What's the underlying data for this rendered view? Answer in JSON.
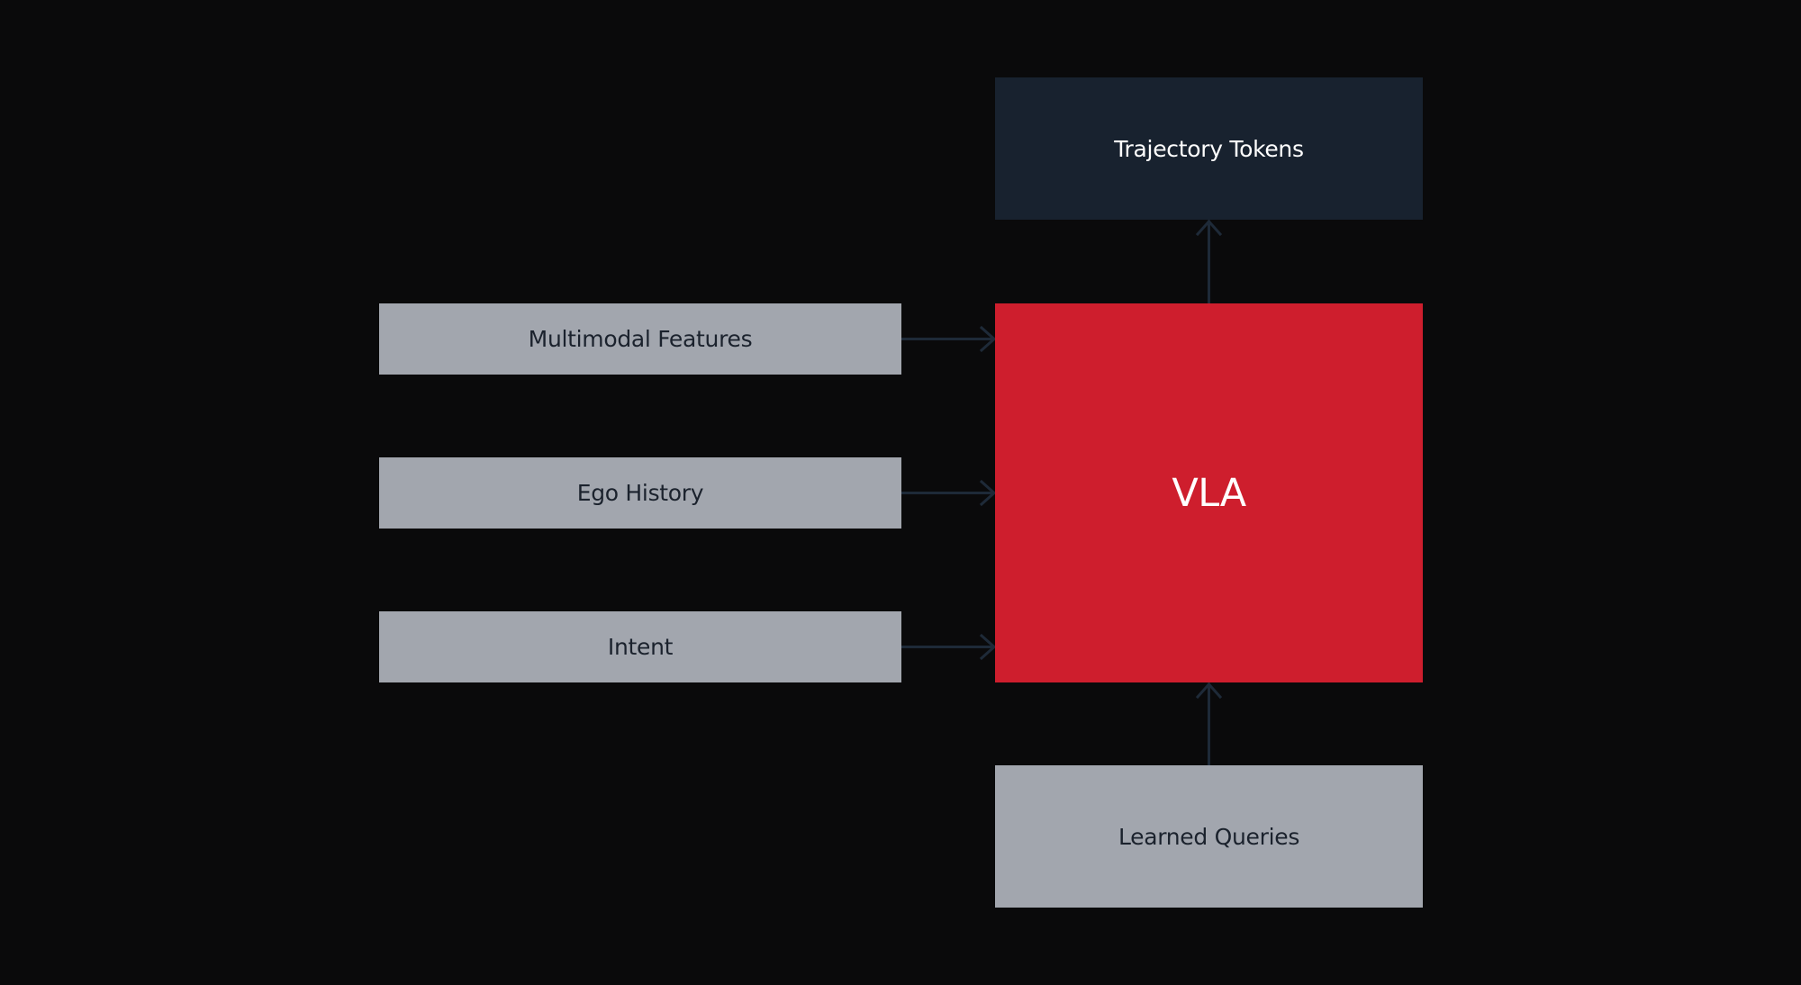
{
  "diagram": {
    "inputs": {
      "multimodal_features": "Multimodal Features",
      "ego_history": "Ego History",
      "intent": "Intent"
    },
    "core": "VLA",
    "output": "Trajectory Tokens",
    "queries": "Learned Queries"
  },
  "colors": {
    "background": "#0a0a0b",
    "input_box": "#a2a6ae",
    "input_text": "#1b222d",
    "core_box": "#ce1e2d",
    "output_box": "#18222f",
    "arrow": "#1e2a38",
    "light_text": "#ffffff"
  }
}
